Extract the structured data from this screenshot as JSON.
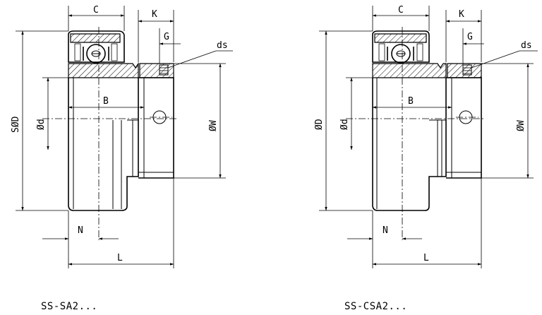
{
  "drawings": [
    {
      "caption": "SS-SA2...",
      "labels": {
        "C": "C",
        "K": "K",
        "G": "G",
        "ds": "ds",
        "B": "B",
        "D": "SØD",
        "d": "Ød",
        "W": "ØW",
        "N": "N",
        "L": "L"
      }
    },
    {
      "caption": "SS-CSA2...",
      "labels": {
        "C": "C",
        "K": "K",
        "G": "G",
        "ds": "ds",
        "B": "B",
        "D": "ØD",
        "d": "Ød",
        "W": "ØW",
        "N": "N",
        "L": "L"
      }
    }
  ]
}
